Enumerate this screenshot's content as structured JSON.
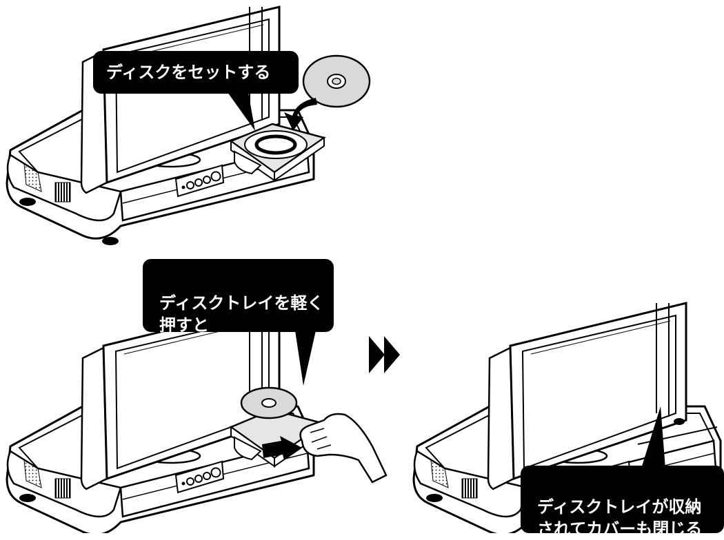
{
  "callouts": {
    "set_disc": "ディスクをセットする",
    "push_tray": "ディスクトレイを軽く\n押すと",
    "tray_closes": "ディスクトレイが収納\nされてカバーも閉じる"
  },
  "colors": {
    "ink": "#000000",
    "paper": "#ffffff",
    "disc_gray": "#d9d9d9",
    "light_gray": "#e6e6e6"
  },
  "icons": [
    "disc-icon",
    "curved-arrow-icon",
    "push-arrow-icon",
    "next-step-icon",
    "hand-icon"
  ]
}
